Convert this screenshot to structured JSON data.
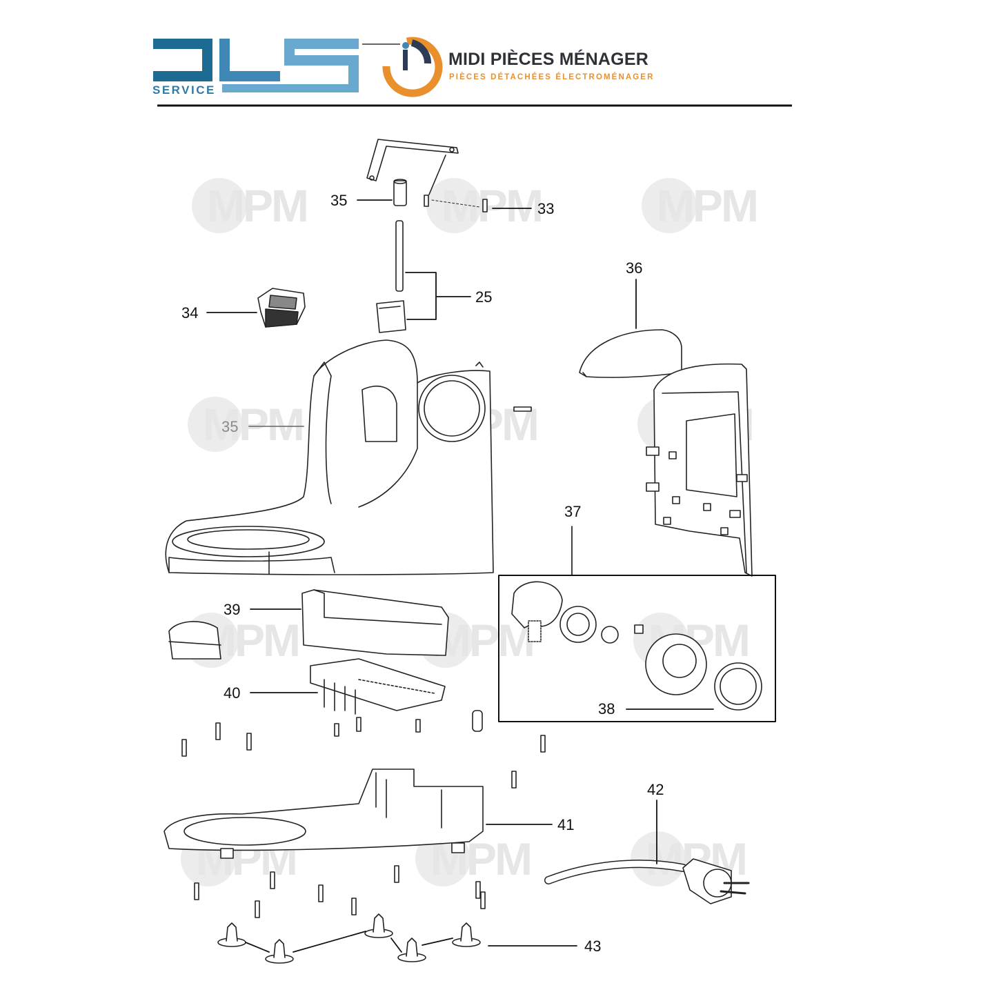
{
  "header": {
    "logo_service_text": "SERVICE",
    "brand_title": "MIDI PIÈCES MÉNAGER",
    "brand_subtitle": "PIÈCES DÉTACHÉES ÉLECTROMÉNAGER",
    "colors": {
      "dls_blue_dark": "#1d6a93",
      "dls_blue_light": "#6aa9cf",
      "orange": "#e9902d",
      "navy": "#2e3b55"
    }
  },
  "watermark": {
    "text": "MPM"
  },
  "parts": [
    {
      "number": "35",
      "part": "shaft-bushing"
    },
    {
      "number": "33",
      "part": "screw"
    },
    {
      "number": "25",
      "part": "pin-and-lock"
    },
    {
      "number": "34",
      "part": "release-button"
    },
    {
      "number": "36",
      "part": "top-cover"
    },
    {
      "number": "35",
      "part": "main-housing"
    },
    {
      "number": "37",
      "part": "speed-control-assembly"
    },
    {
      "number": "39",
      "part": "pcb-support-tray"
    },
    {
      "number": "40",
      "part": "control-board"
    },
    {
      "number": "38",
      "part": "speed-knob"
    },
    {
      "number": "42",
      "part": "power-cord"
    },
    {
      "number": "41",
      "part": "base-plate"
    },
    {
      "number": "43",
      "part": "feet"
    }
  ]
}
